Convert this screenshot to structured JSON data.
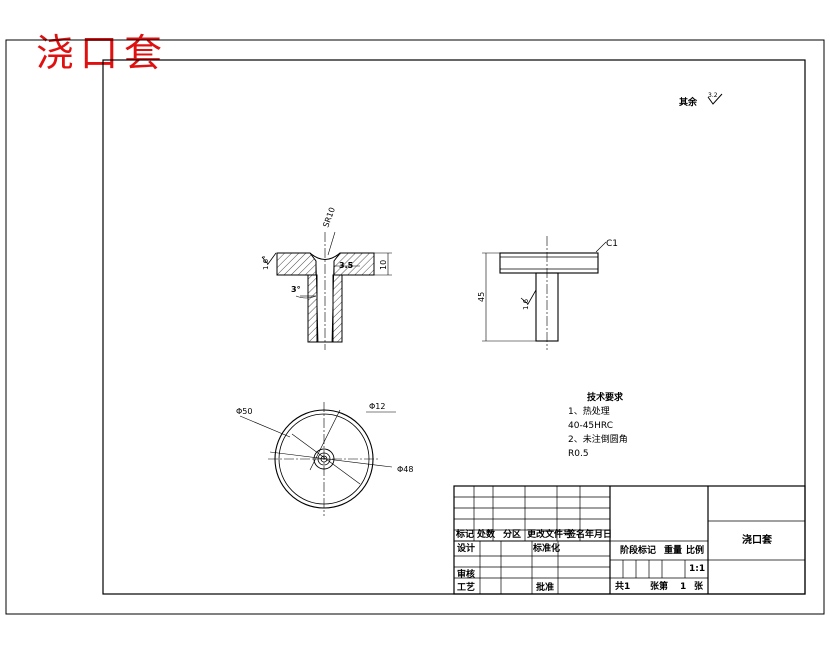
{
  "header": {
    "title": "浇口套"
  },
  "surface_finish": {
    "label": "其余",
    "value": "3.2"
  },
  "drawing": {
    "section_view": {
      "dim_sr": "SR10",
      "dim_width": "3.5",
      "dim_height": "10",
      "angle_top": "1.6°",
      "angle_taper": "3°"
    },
    "side_view": {
      "chamfer": "C1",
      "dim_height": "45",
      "finish": "1.6"
    },
    "top_view": {
      "dia_outer": "Φ50",
      "dia_inner": "Φ12",
      "dia_mid": "Φ48"
    }
  },
  "tech_requirements": {
    "heading": "技术要求",
    "lines": [
      "1、热处理",
      "40-45HRC",
      "2、未注倒圆角",
      "R0.5"
    ]
  },
  "title_block": {
    "row_labels": [
      "标记",
      "处数",
      "分区",
      "更改文件号",
      "签名",
      "年月日"
    ],
    "design": "设计",
    "standard": "标准化",
    "review": "审核",
    "process": "工艺",
    "approve": "批准",
    "stage": "阶段标记",
    "weight": "重量",
    "scale_label": "比例",
    "scale": "1:1",
    "sheets": "共1",
    "sheet": "张第",
    "sheet_no": "1",
    "sheet_unit": "张",
    "part_name": "浇口套"
  }
}
